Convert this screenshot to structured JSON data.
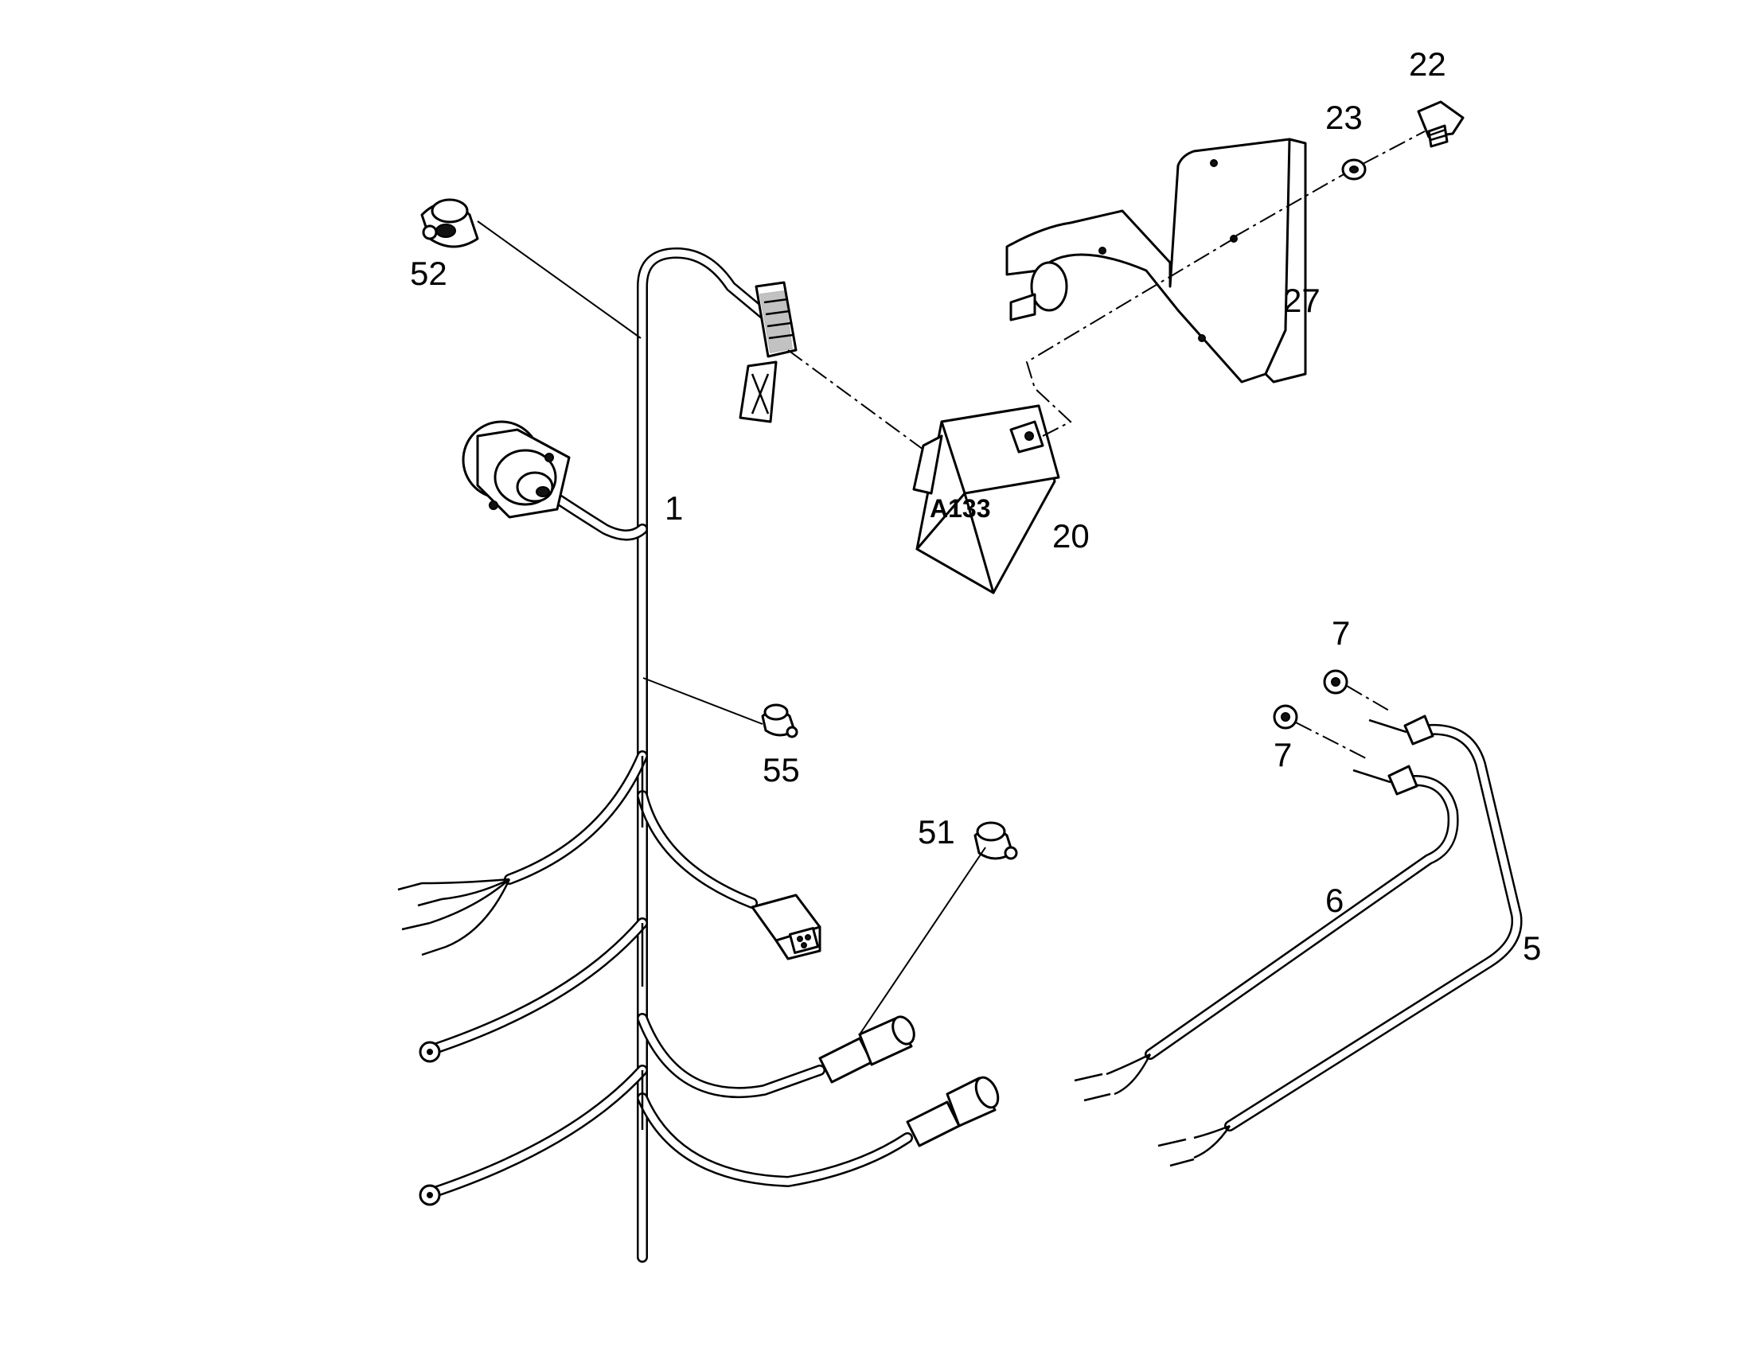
{
  "callouts": {
    "c1": "1",
    "c5": "5",
    "c6": "6",
    "c7a": "7",
    "c7b": "7",
    "c20": "20",
    "c22": "22",
    "c23": "23",
    "c27": "27",
    "c51": "51",
    "c52": "52",
    "c55": "55"
  },
  "module": {
    "label": "A133"
  }
}
